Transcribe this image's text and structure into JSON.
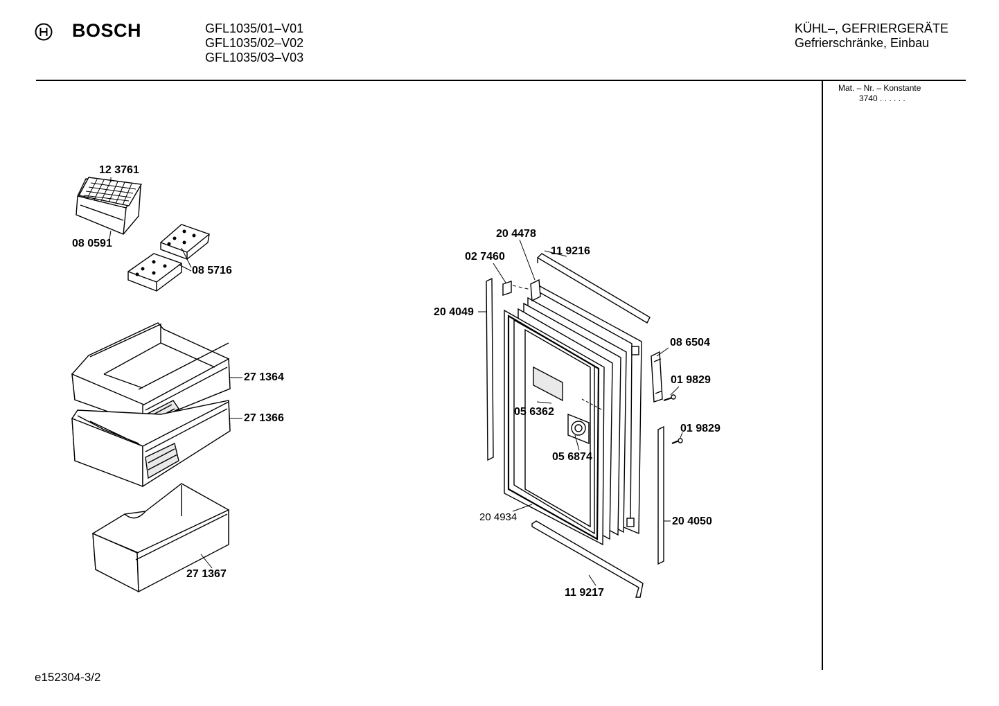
{
  "header": {
    "brand": "BOSCH",
    "models": [
      "GFL1035/01–V01",
      "GFL1035/02–V02",
      "GFL1035/03–V03"
    ],
    "category": "KÜHL–, GEFRIERGERÄTE",
    "subcategory": "Gefrierschränke, Einbau"
  },
  "side_panel": {
    "mat_label": "Mat. – Nr. – Konstante",
    "mat_value": "3740 .   .   .   .   .   ."
  },
  "parts": {
    "ice_tray": "12 3761",
    "ice_box": "08 0591",
    "cold_packs": "08 5716",
    "drawer_top": "27 1364",
    "drawer_mid": "27 1366",
    "drawer_bottom": "27 1367",
    "hinge_cover": "20 4478",
    "trim_top": "11 9216",
    "stopper": "02 7460",
    "strip_left": "20 4049",
    "hinge": "08 6504",
    "screw_upper": "01 9829",
    "screw_lower": "01 9829",
    "label_plate": "05 6362",
    "round_part": "05 6874",
    "door_gasket": "20 4934",
    "strip_right": "20 4050",
    "trim_bottom": "11 9217"
  },
  "footer": {
    "code": "e152304-3/2"
  }
}
